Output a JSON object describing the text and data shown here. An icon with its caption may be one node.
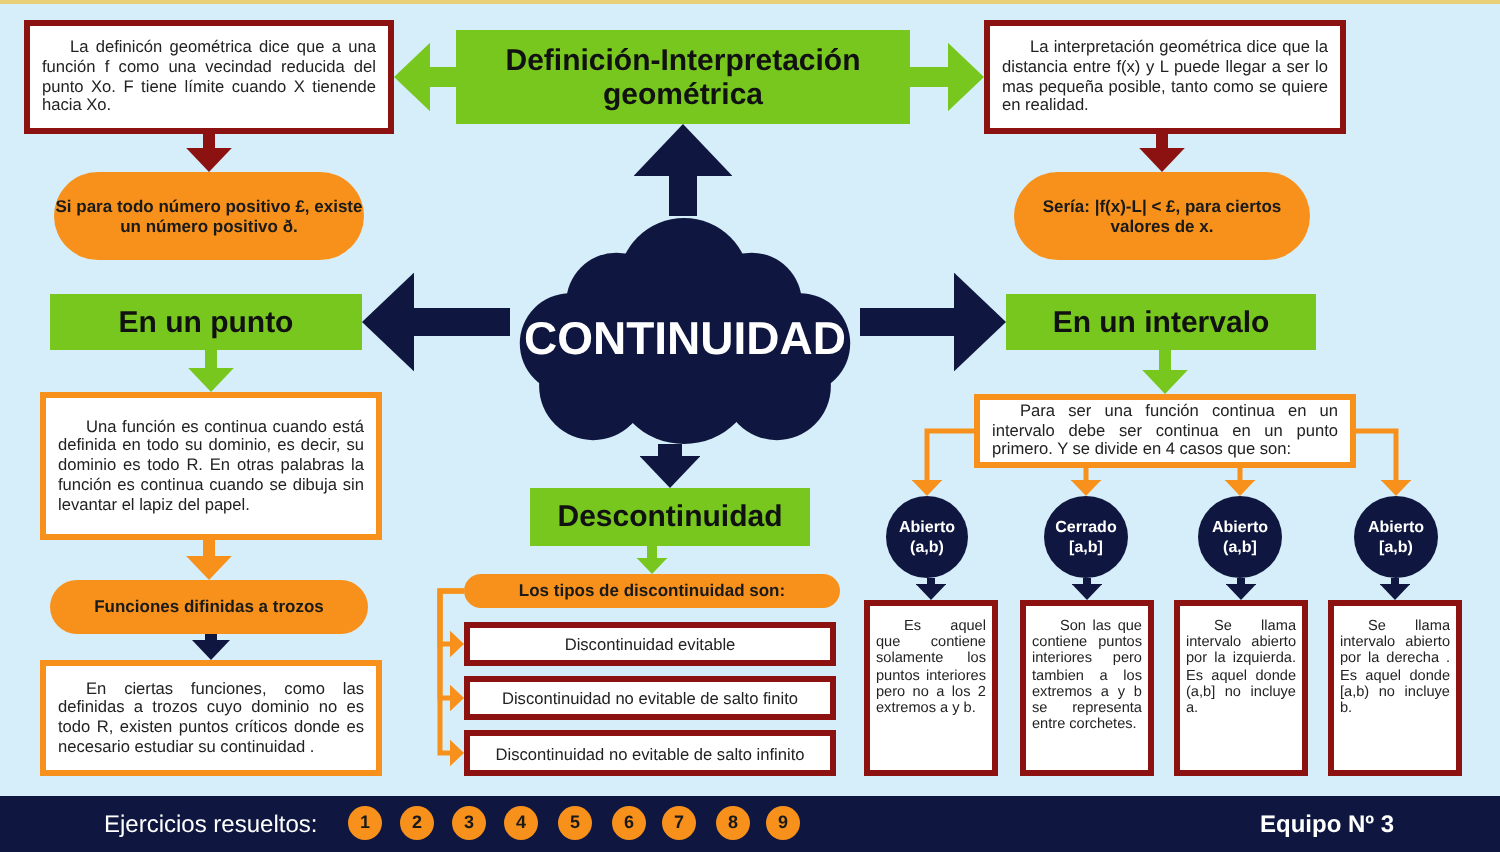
{
  "diagram": {
    "nodes": [
      {
        "text": [
          "CONTINUIDAD"
        ]
      },
      {
        "text": [
          "Definición-Interpretación geométrica"
        ]
      },
      {
        "text": [
          "La definicón geométrica dice que a una función f como una vecindad reducida del punto Xo. F tiene límite cuando X tienende hacia Xo."
        ]
      },
      {
        "text": [
          "Si para todo número positivo £, existe un número positivo ð."
        ]
      },
      {
        "text": [
          "La interpretación geométrica dice que la distancia entre f(x) y L puede llegar a ser lo mas pequeña posible, tanto como se quiere en realidad."
        ]
      },
      {
        "text": [
          "Sería: |f(x)-L| < £, para ciertos valores de x."
        ]
      },
      {
        "text": [
          "En un punto"
        ]
      },
      {
        "text": [
          "En un intervalo"
        ]
      },
      {
        "text": [
          "Una función es continua cuando está definida en todo su dominio, es decir, su dominio es todo R. En otras palabras la función es continua cuando se dibuja sin levantar el lapiz del papel."
        ]
      },
      {
        "text": [
          "Funciones difinidas a trozos"
        ]
      },
      {
        "text": [
          "En ciertas funciones, como las definidas a trozos cuyo dominio no es todo R, existen puntos críticos donde es necesario estudiar su continuidad ."
        ]
      },
      {
        "text": [
          "Descontinuidad"
        ]
      },
      {
        "text": [
          "Los tipos de discontinuidad son:"
        ]
      },
      {
        "text": [
          "Discontinuidad evitable"
        ]
      },
      {
        "text": [
          "Discontinuidad no evitable de salto finito"
        ]
      },
      {
        "text": [
          "Discontinuidad no evitable de salto infinito"
        ]
      },
      {
        "text": [
          "Para ser una función continua en un intervalo debe ser continua en un punto primero. Y se divide en 4 casos que son:"
        ]
      },
      {
        "text": [
          "Abierto (a,b)"
        ]
      },
      {
        "text": [
          "Cerrado [a,b]"
        ]
      },
      {
        "text": [
          "Abierto (a,b]"
        ]
      },
      {
        "text": [
          "Abierto [a,b)"
        ]
      },
      {
        "text": [
          "Es aquel que contiene solamente los puntos interiores pero no a los 2 extremos a y b."
        ]
      },
      {
        "text": [
          "Son las que contiene puntos interiores pero tambien a los extremos a y b se representa entre corchetes."
        ]
      },
      {
        "text": [
          "Se llama intervalo abierto por la izquierda. Es aquel donde (a,b] no incluye a."
        ]
      },
      {
        "text": [
          "Se llama intervalo abierto por la derecha . Es aquel donde [a,b) no incluye b."
        ]
      }
    ],
    "edges": [
      {
        "from": 0,
        "to": 1,
        "arrow": "to",
        "style": "thick"
      },
      {
        "from": 1,
        "to": 2,
        "arrow": "to",
        "color": "#77c71f",
        "style": "thick"
      },
      {
        "from": 1,
        "to": 4,
        "arrow": "to",
        "color": "#77c71f",
        "style": "thick"
      },
      {
        "from": 2,
        "to": 3,
        "arrow": "to",
        "color": "#8c1212"
      },
      {
        "from": 4,
        "to": 5,
        "arrow": "to",
        "color": "#8c1212"
      },
      {
        "from": 0,
        "to": 6,
        "arrow": "to",
        "style": "thick"
      },
      {
        "from": 0,
        "to": 7,
        "arrow": "to",
        "style": "thick"
      },
      {
        "from": 0,
        "to": 11,
        "arrow": "to",
        "style": "thick"
      },
      {
        "from": 6,
        "to": 8,
        "arrow": "to",
        "color": "#77c71f"
      },
      {
        "from": 8,
        "to": 9,
        "arrow": "to",
        "color": "#f7911b"
      },
      {
        "from": 9,
        "to": 10,
        "arrow": "to"
      },
      {
        "from": 7,
        "to": 16,
        "arrow": "to",
        "color": "#77c71f"
      },
      {
        "from": 11,
        "to": 12,
        "arrow": "to",
        "color": "#77c71f"
      },
      {
        "from": 12,
        "to": 13,
        "arrow": "to",
        "color": "#f7911b"
      },
      {
        "from": 12,
        "to": 14,
        "arrow": "to",
        "color": "#f7911b"
      },
      {
        "from": 12,
        "to": 15,
        "arrow": "to",
        "color": "#f7911b"
      },
      {
        "from": 16,
        "to": 17,
        "arrow": "to",
        "color": "#f7911b"
      },
      {
        "from": 16,
        "to": 18,
        "arrow": "to",
        "color": "#f7911b"
      },
      {
        "from": 16,
        "to": 19,
        "arrow": "to",
        "color": "#f7911b"
      },
      {
        "from": 16,
        "to": 20,
        "arrow": "to",
        "color": "#f7911b"
      },
      {
        "from": 17,
        "to": 21,
        "arrow": "to"
      },
      {
        "from": 18,
        "to": 22,
        "arrow": "to"
      },
      {
        "from": 19,
        "to": 23,
        "arrow": "to"
      },
      {
        "from": 20,
        "to": 24,
        "arrow": "to"
      }
    ],
    "labels": [
      "Ejercicios resueltos:",
      "1",
      "2",
      "3",
      "4",
      "5",
      "6",
      "7",
      "8",
      "9",
      "Equipo Nº 3"
    ]
  }
}
